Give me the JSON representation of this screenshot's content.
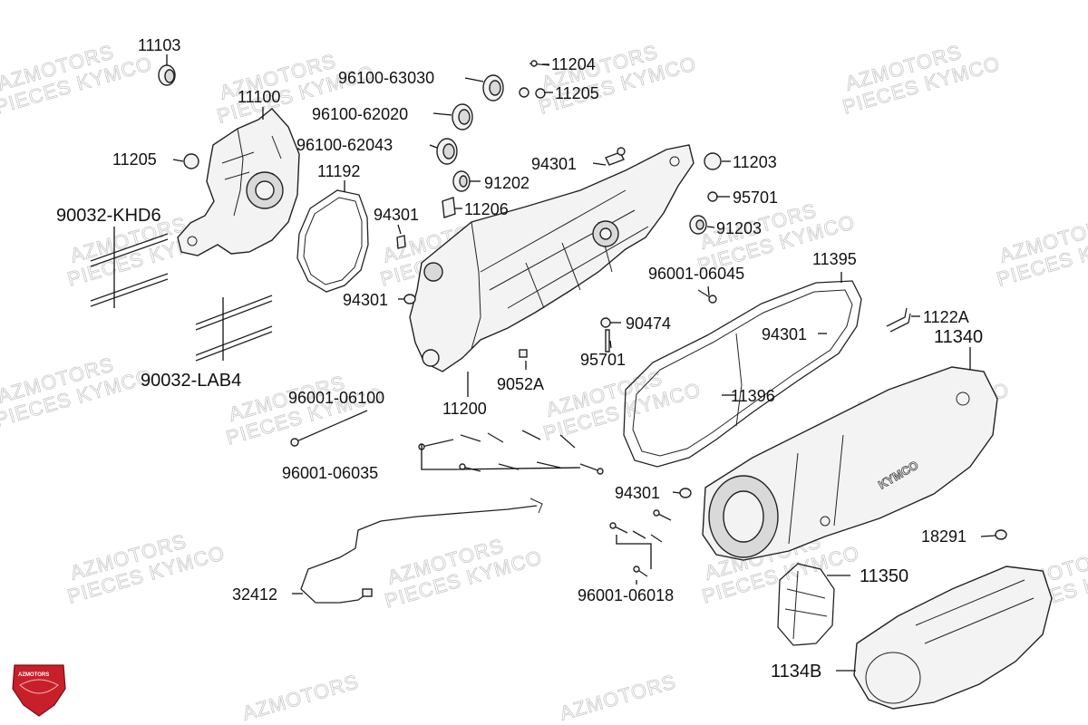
{
  "watermark": {
    "line1": "AZMOTORS",
    "line2": "PIECES KYMCO"
  },
  "logo": {
    "text": "AZMOTORS",
    "color": "#c8202a"
  },
  "cover_brand": "KYMCO",
  "parts": {
    "p11103": "11103",
    "p11100": "11100",
    "p11205a": "11205",
    "p11192": "11192",
    "p90032_khd6": "90032-KHD6",
    "p90032_lab4": "90032-LAB4",
    "p96100_63030": "96100-63030",
    "p96100_62020": "96100-62020",
    "p96100_62043": "96100-62043",
    "p11204": "11204",
    "p11205b": "11205",
    "p94301a": "94301",
    "p91202": "91202",
    "p94301b": "94301",
    "p11206": "11206",
    "p11203": "11203",
    "p95701a": "95701",
    "p91203": "91203",
    "p94301c": "94301",
    "p96001_06045": "96001-06045",
    "p11395": "11395",
    "p1122a": "1122A",
    "p11340": "11340",
    "p90474": "90474",
    "p94301d": "94301",
    "p95701b": "95701",
    "p9052a": "9052A",
    "p11396": "11396",
    "p11200": "11200",
    "p96001_06100": "96001-06100",
    "p96001_06035": "96001-06035",
    "p94301e": "94301",
    "p18291": "18291",
    "p11350": "11350",
    "p32412": "32412",
    "p96001_06018": "96001-06018",
    "p1134b": "1134B"
  }
}
